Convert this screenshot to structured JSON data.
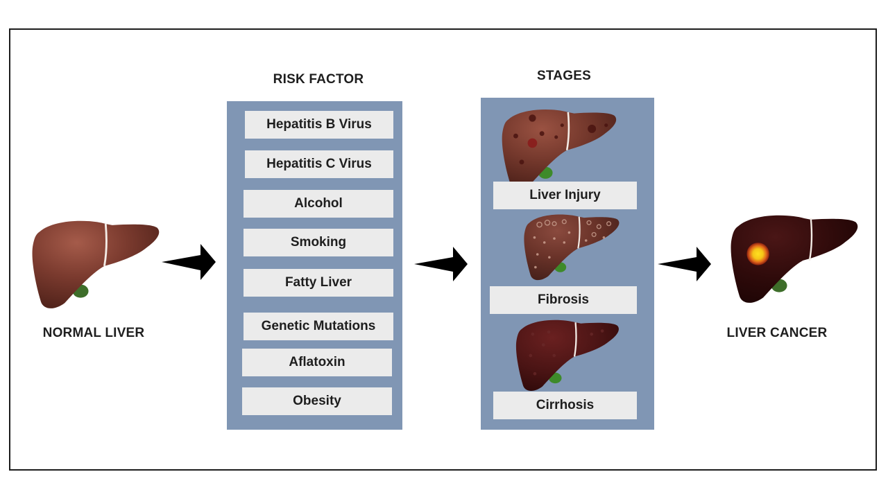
{
  "diagram": {
    "start": {
      "label": "NORMAL LIVER",
      "icon": "normal-liver-illustration"
    },
    "risk_factors": {
      "title": "RISK FACTOR",
      "items": [
        "Hepatitis B Virus",
        "Hepatitis C Virus",
        "Alcohol",
        "Smoking",
        "Fatty Liver",
        "Genetic Mutations",
        "Aflatoxin",
        "Obesity"
      ]
    },
    "stages": {
      "title": "STAGES",
      "items": [
        {
          "label": "Liver Injury",
          "icon": "injured-liver-illustration"
        },
        {
          "label": "Fibrosis",
          "icon": "fibrotic-liver-illustration"
        },
        {
          "label": "Cirrhosis",
          "icon": "cirrhotic-liver-illustration"
        }
      ]
    },
    "end": {
      "label": "LIVER CANCER",
      "icon": "cancerous-liver-illustration"
    },
    "flow": [
      "NORMAL LIVER",
      "RISK FACTOR",
      "STAGES",
      "LIVER CANCER"
    ],
    "colors": {
      "panel": "#8096b4",
      "box": "#ebebeb",
      "liver_normal": "#7a3a2e",
      "liver_injury": "#6e3328",
      "liver_fibrosis": "#66302a",
      "liver_cirrhosis": "#4a1414",
      "liver_cancer": "#2e0a0a",
      "tumor": "#f5c518"
    }
  }
}
